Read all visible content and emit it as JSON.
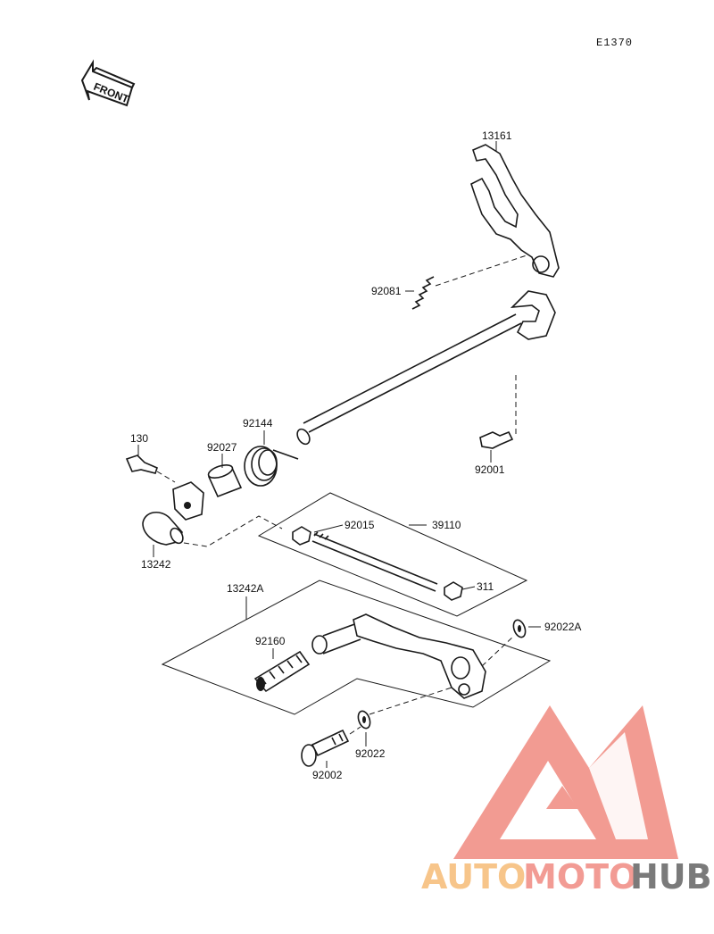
{
  "diagram_code": "E1370",
  "front_label": "FRONT",
  "parts": [
    {
      "id": "13161"
    },
    {
      "id": "92081"
    },
    {
      "id": "92001"
    },
    {
      "id": "92144"
    },
    {
      "id": "92027"
    },
    {
      "id": "130"
    },
    {
      "id": "13242"
    },
    {
      "id": "92015"
    },
    {
      "id": "39110"
    },
    {
      "id": "311"
    },
    {
      "id": "13242A"
    },
    {
      "id": "92160"
    },
    {
      "id": "92022A"
    },
    {
      "id": "92022"
    },
    {
      "id": "92002"
    }
  ],
  "watermark": {
    "part1": "AUTO",
    "part2": "MOTO",
    "part3": "HUB",
    "colors": {
      "auto": "#f7c58a",
      "moto": "#f29b94",
      "hub": "#7a7a7a",
      "logo": "#f08a80"
    }
  }
}
